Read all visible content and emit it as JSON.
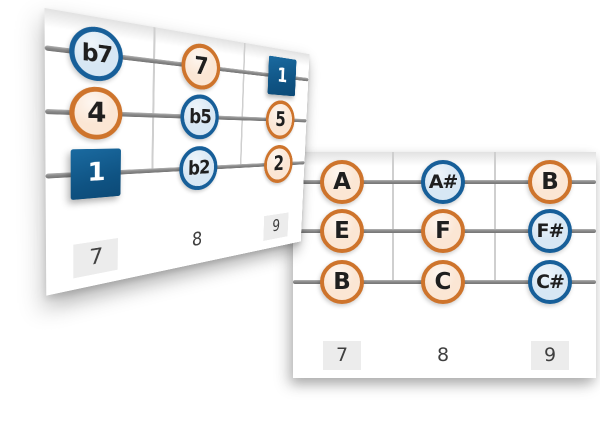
{
  "palette": {
    "natural_ring": "#ce742c",
    "natural_fill": "#fbe6d4",
    "accidental_ring": "#175f99",
    "accidental_fill": "#d7e7f4",
    "root_bg": "#0f5383",
    "root_text": "#ffffff",
    "string_color": "#8a8a8a",
    "fret_line_color": "#cfcfcf",
    "badge_bg": "#ececec",
    "fret_text": "#3f3f3f",
    "marker_text": "#1f1f1f"
  },
  "cards": [
    {
      "id": "degrees-card",
      "rows": [
        [
          {
            "label": "b7",
            "kind": "accidental"
          },
          {
            "label": "7",
            "kind": "natural"
          },
          {
            "label": "1",
            "kind": "root"
          }
        ],
        [
          {
            "label": "4",
            "kind": "natural"
          },
          {
            "label": "b5",
            "kind": "accidental"
          },
          {
            "label": "5",
            "kind": "natural"
          }
        ],
        [
          {
            "label": "1",
            "kind": "root"
          },
          {
            "label": "b2",
            "kind": "accidental"
          },
          {
            "label": "2",
            "kind": "natural"
          }
        ]
      ],
      "frets": [
        {
          "label": "7",
          "badge": true
        },
        {
          "label": "8",
          "badge": false
        },
        {
          "label": "9",
          "badge": true
        }
      ]
    },
    {
      "id": "notes-card",
      "rows": [
        [
          {
            "label": "A",
            "kind": "natural"
          },
          {
            "label": "A#",
            "kind": "accidental"
          },
          {
            "label": "B",
            "kind": "natural"
          }
        ],
        [
          {
            "label": "E",
            "kind": "natural"
          },
          {
            "label": "F",
            "kind": "natural"
          },
          {
            "label": "F#",
            "kind": "accidental"
          }
        ],
        [
          {
            "label": "B",
            "kind": "natural"
          },
          {
            "label": "C",
            "kind": "natural"
          },
          {
            "label": "C#",
            "kind": "accidental"
          }
        ]
      ],
      "frets": [
        {
          "label": "7",
          "badge": true
        },
        {
          "label": "8",
          "badge": false
        },
        {
          "label": "9",
          "badge": true
        }
      ]
    }
  ]
}
